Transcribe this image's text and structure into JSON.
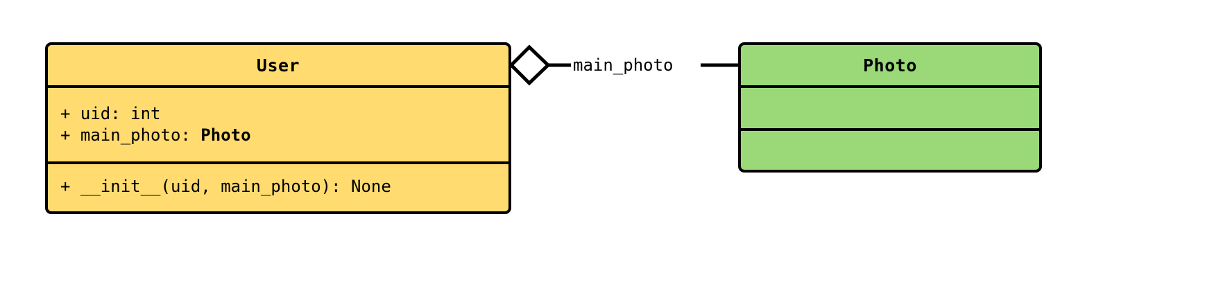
{
  "diagram": {
    "type": "uml-class-diagram",
    "title": "",
    "background": "#FFFFFF",
    "classes": [
      {
        "id": "user",
        "name": "User",
        "fill": "#FFDB70",
        "stroke": "#000000",
        "attributes": [
          {
            "visibility": "+",
            "text": "+ uid: int",
            "name": "uid",
            "type": "int",
            "type_is_class": false
          },
          {
            "visibility": "+",
            "prefix": "+ main_photo: ",
            "name": "main_photo",
            "type": "Photo",
            "type_is_class": true
          }
        ],
        "methods": [
          {
            "visibility": "+",
            "text": "+ __init__(uid, main_photo): None",
            "name": "__init__",
            "params": "uid, main_photo",
            "returns": "None"
          }
        ]
      },
      {
        "id": "photo",
        "name": "Photo",
        "fill": "#9BD978",
        "stroke": "#000000",
        "attributes": [],
        "methods": []
      }
    ],
    "relationships": [
      {
        "id": "user-photo-aggregation",
        "kind": "aggregation",
        "marker": "hollow-diamond",
        "source": "User",
        "target": "Photo",
        "label": "main_photo"
      }
    ]
  }
}
